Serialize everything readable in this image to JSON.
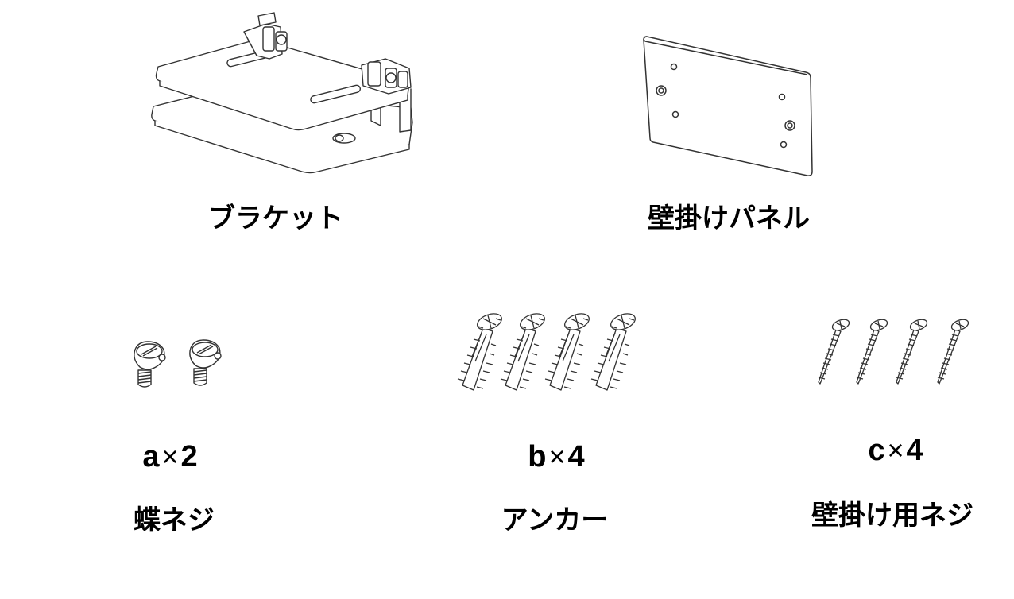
{
  "items": [
    {
      "name": "ブラケット",
      "icon": "bracket-icon"
    },
    {
      "name": "壁掛けパネル",
      "icon": "wall-panel-icon"
    },
    {
      "code": "a",
      "times": "×",
      "count": "2",
      "name": "蝶ネジ",
      "icon": "wing-screw-icon"
    },
    {
      "code": "b",
      "times": "×",
      "count": "4",
      "name": "アンカー",
      "icon": "anchor-icon"
    },
    {
      "code": "c",
      "times": "×",
      "count": "4",
      "name": "壁掛け用ネジ",
      "icon": "wall-screw-icon"
    }
  ],
  "colors": {
    "text": "#000000",
    "line": "#333333",
    "background": "#ffffff"
  }
}
